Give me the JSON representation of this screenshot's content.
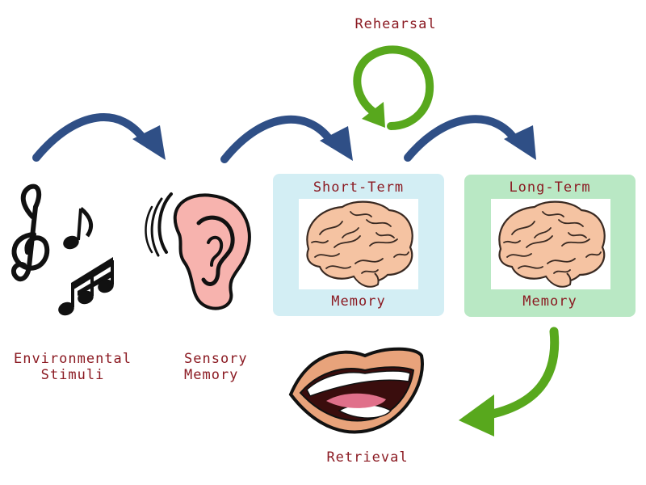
{
  "labels": {
    "rehearsal": "Rehearsal",
    "short_term_top": "Short-Term",
    "short_term_bottom": "Memory",
    "long_term_top": "Long-Term",
    "long_term_bottom": "Memory",
    "environmental_line1": "Environmental",
    "environmental_line2": "Stimuli",
    "sensory_line1": "Sensory",
    "sensory_line2": "Memory",
    "retrieval": "Retrieval"
  },
  "colors": {
    "label_text": "#8b1a22",
    "blue_arrow": "#2f4f86",
    "green_arrow": "#58a81d",
    "stm_box": "#d3eef4",
    "ltm_box": "#b9e8c4",
    "brain_fill": "#f5c3a2",
    "ear_fill": "#f7b3ae"
  },
  "icons": [
    "music-notes-icon",
    "ear-icon",
    "brain-icon",
    "mouth-icon",
    "curved-arrow-icon",
    "cycle-arrow-icon"
  ]
}
